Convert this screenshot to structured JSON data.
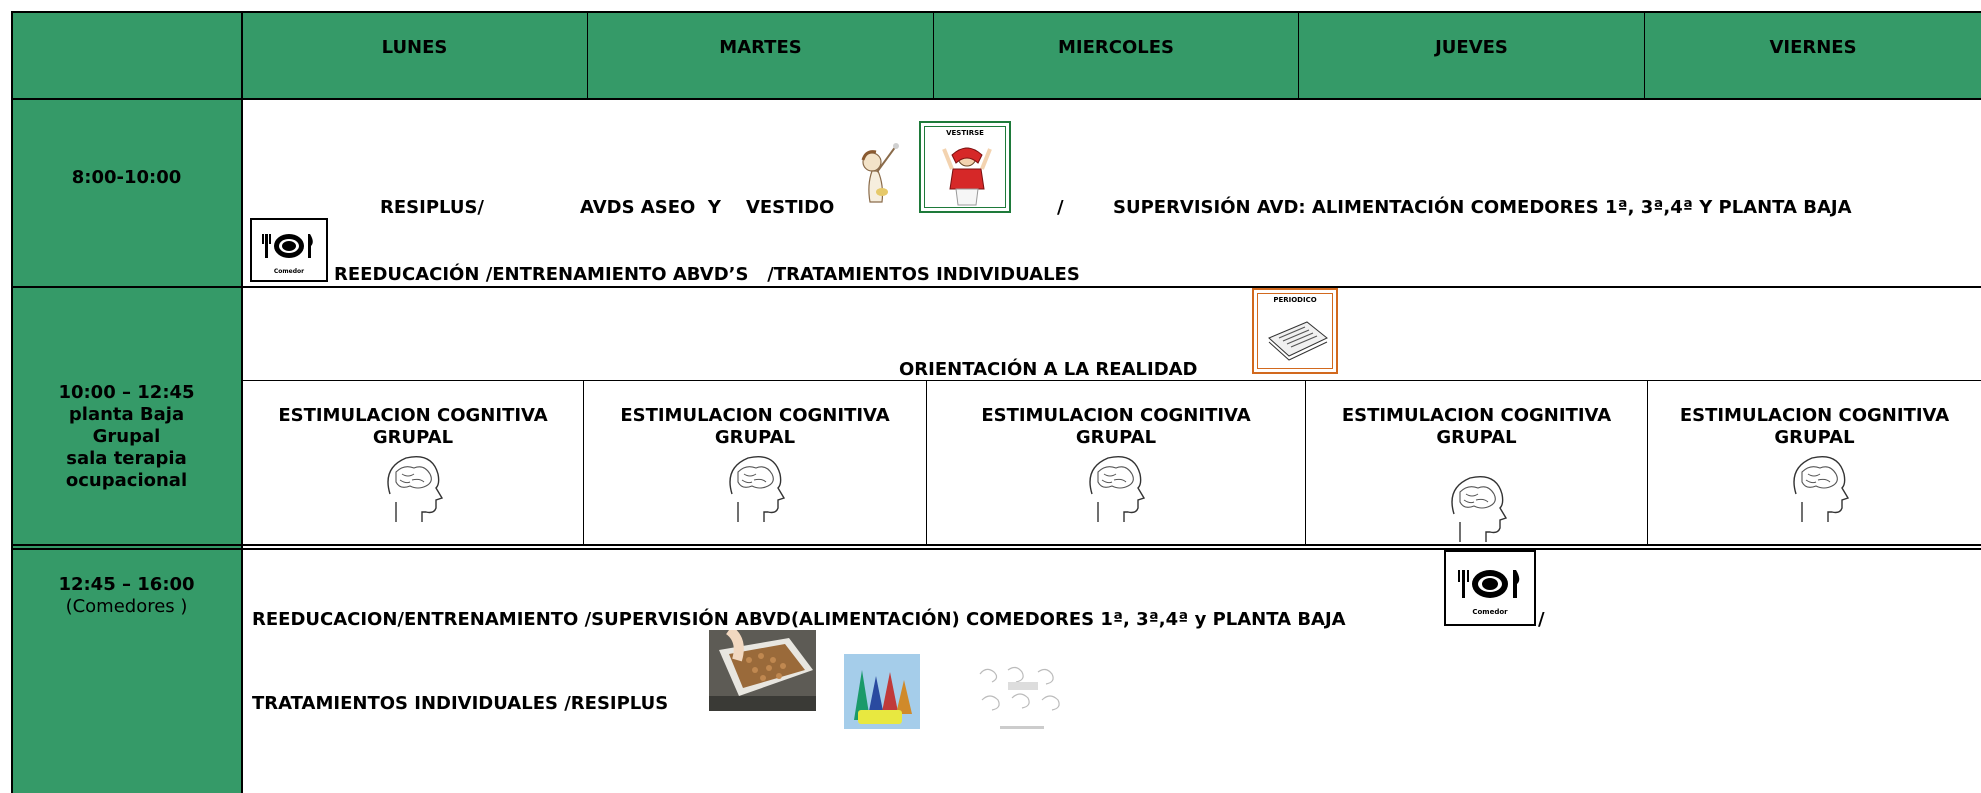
{
  "days": [
    "LUNES",
    "MARTES",
    "MIERCOLES",
    "JUEVES",
    "VIERNES"
  ],
  "slot1": {
    "time": "8:00-10:00",
    "line1_a": "RESIPLUS/",
    "line1_b": "AVDS ASEO  Y    VESTIDO",
    "vestirse_caption": "VESTIRSE",
    "line1_sep": "/",
    "line1_c": "SUPERVISIÓN AVD: ALIMENTACIÓN COMEDORES 1ª, 3ª,4ª Y PLANTA BAJA",
    "comedor_caption": "Comedor",
    "line2": "REEDUCACIÓN /ENTRENAMIENTO ABVD’S   /TRATAMIENTOS INDIVIDUALES"
  },
  "slot2": {
    "time_lines": [
      "10:00 – 12:45",
      "planta Baja",
      "Grupal",
      "sala terapia",
      "ocupacional"
    ],
    "orientacion": "ORIENTACIÓN A LA REALIDAD",
    "periodico_caption": "PERIODICO",
    "cells": [
      {
        "line1": "ESTIMULACION COGNITIVA",
        "line2": "GRUPAL"
      },
      {
        "line1": "ESTIMULACION COGNITIVA",
        "line2": "GRUPAL"
      },
      {
        "line1": "ESTIMULACION COGNITIVA",
        "line2": "GRUPAL"
      },
      {
        "line1": "ESTIMULACION COGNITIVA",
        "line2": "GRUPAL"
      },
      {
        "line1": "ESTIMULACION COGNITIVA",
        "line2": "GRUPAL"
      }
    ]
  },
  "slot3": {
    "time": "12:45 – 16:00",
    "time_sub": "(Comedores )",
    "line1": "REEDUCACION/ENTRENAMIENTO /SUPERVISIÓN ABVD(ALIMENTACIÓN) COMEDORES 1ª, 3ª,4ª y PLANTA BAJA",
    "comedor_caption": "Comedor",
    "line1_end": "/",
    "line2": "TRATAMIENTOS INDIVIDUALES /RESIPLUS"
  },
  "colors": {
    "header_green": "#359a68",
    "vestirse_frame": "#1e7a3a",
    "periodico_frame": "#d2691e"
  }
}
